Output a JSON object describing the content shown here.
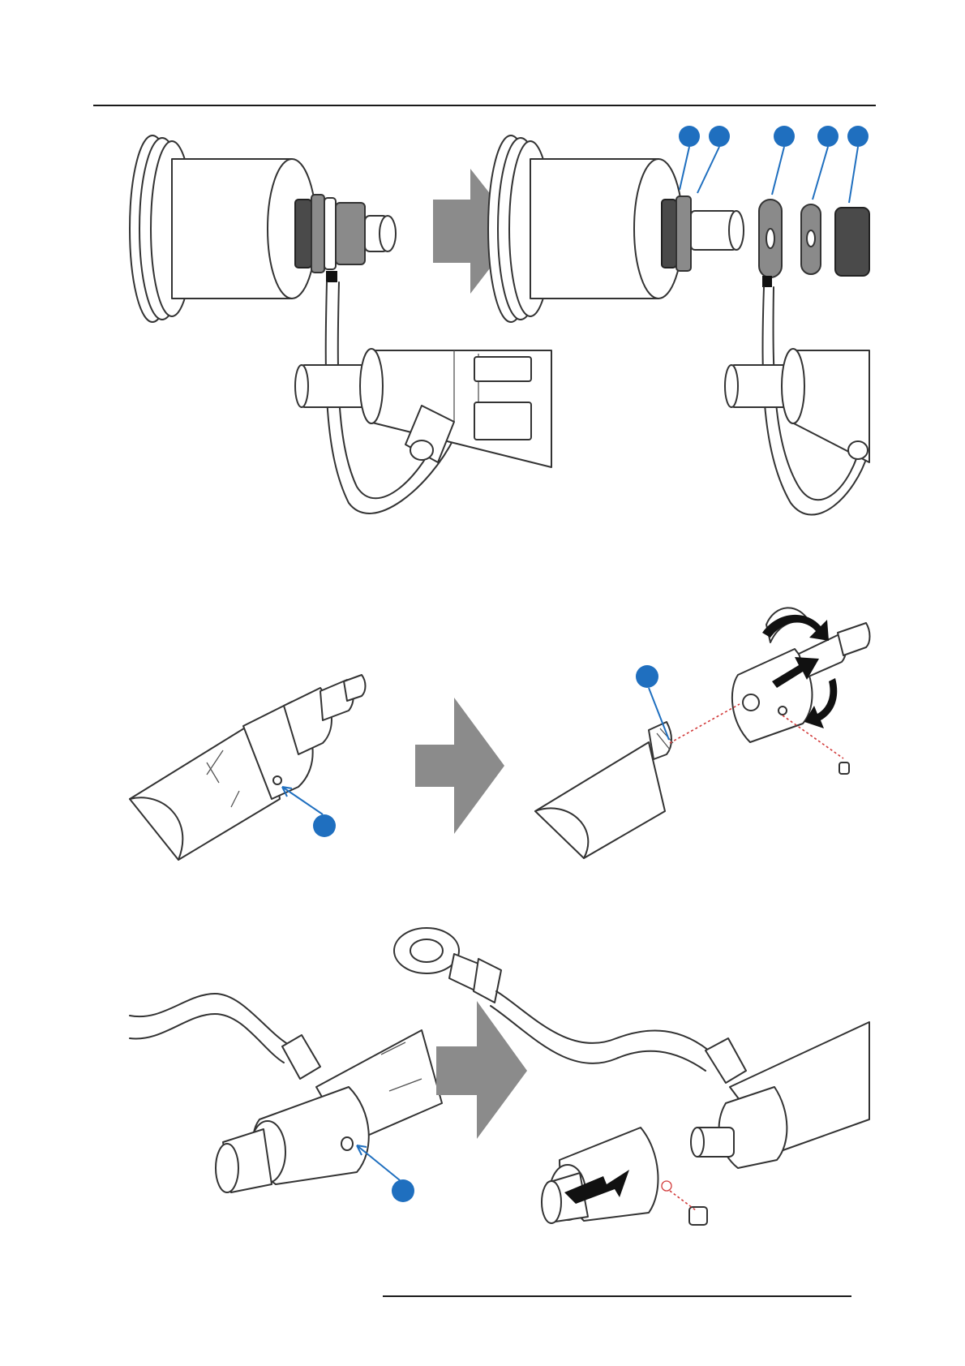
{
  "page": {
    "top_rule": true,
    "bottom_rule": true
  },
  "figures": [
    {
      "id": "figure-1",
      "callouts": 5
    },
    {
      "id": "figure-2",
      "callouts": 2
    },
    {
      "id": "figure-3",
      "callouts": 1
    }
  ],
  "colors": {
    "callout": "#1f6fbf",
    "arrow": "#8b8b8b",
    "dashed_line": "#d23b3b"
  }
}
